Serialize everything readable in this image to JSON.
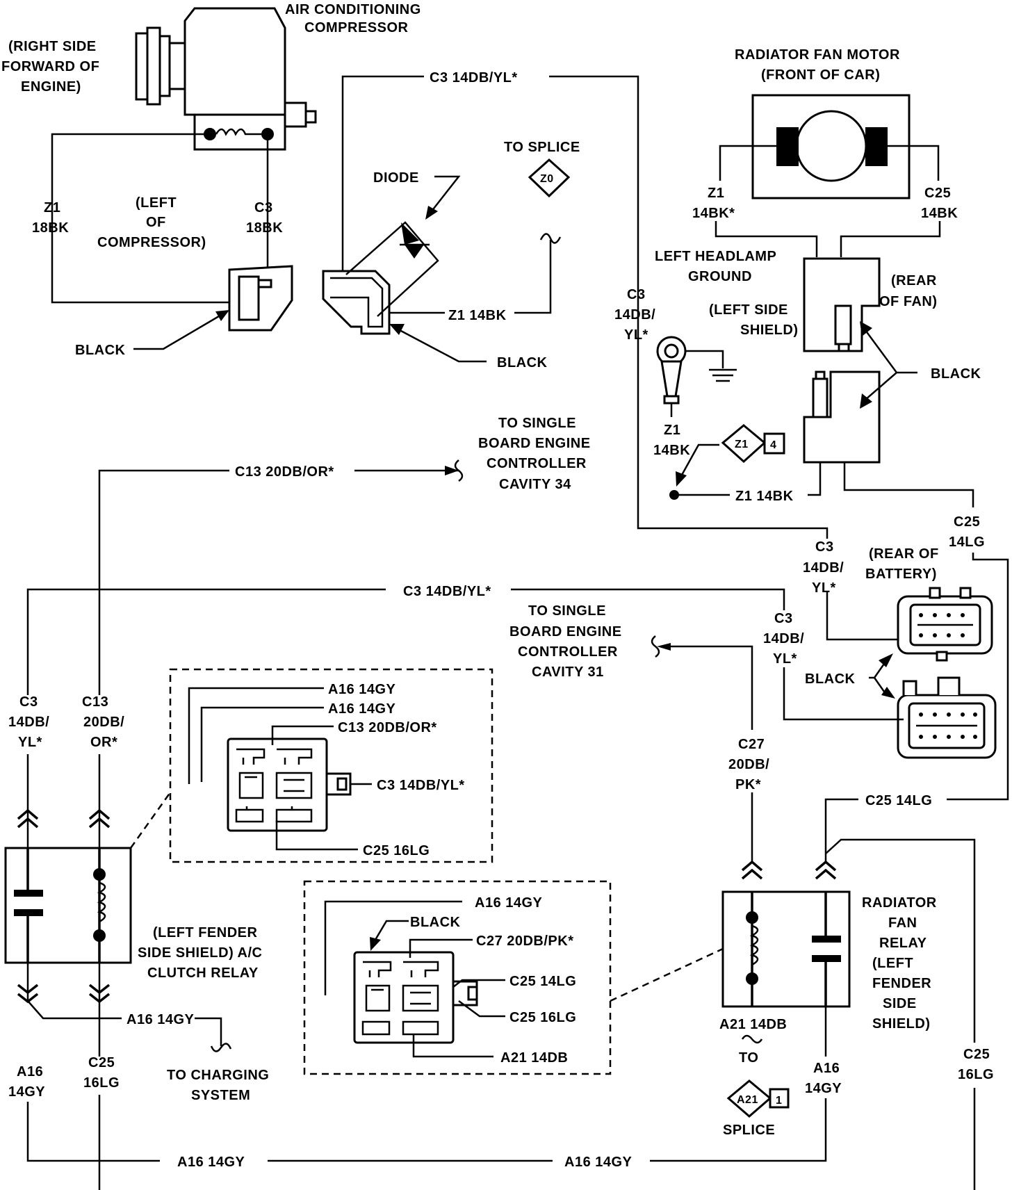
{
  "labels": {
    "ac_compressor": [
      "AIR CONDITIONING",
      "COMPRESSOR"
    ],
    "right_side_forward": [
      "(RIGHT SIDE",
      "FORWARD OF",
      "ENGINE)"
    ],
    "left_of_compressor": [
      "(LEFT",
      "OF",
      "COMPRESSOR)"
    ],
    "z1_18bk": [
      "Z1",
      "18BK"
    ],
    "c3_18bk": [
      "C3",
      "18BK"
    ],
    "black_1": "BLACK",
    "c3_14db_yl_top": "C3 14DB/YL*",
    "diode": "DIODE",
    "to_splice_z0": "TO SPLICE",
    "z0": "Z0",
    "z1_14bk_diode": "Z1 14BK",
    "black_2": "BLACK",
    "radiator_fan_motor": [
      "RADIATOR FAN MOTOR",
      "(FRONT OF CAR)"
    ],
    "fan_z1": [
      "Z1",
      "14BK*"
    ],
    "fan_c25": [
      "C25",
      "14BK"
    ],
    "left_headlamp_ground": [
      "LEFT HEADLAMP",
      "GROUND"
    ],
    "rear_of_fan": [
      "(REAR",
      "OF FAN)"
    ],
    "left_side_shield": [
      "(LEFT SIDE",
      "SHIELD)"
    ],
    "black_3": "BLACK",
    "c3_mid": [
      "C3",
      "14DB/",
      "YL*"
    ],
    "z1_14bk_ground": [
      "Z1",
      "14BK"
    ],
    "z1_splice": "Z1",
    "z1_splice_num": "4",
    "z1_14bk_lower": "Z1 14BK",
    "to_sbec_34": [
      "TO SINGLE",
      "BOARD ENGINE",
      "CONTROLLER",
      "CAVITY 34"
    ],
    "c13_20db_or_top": "C13 20DB/OR*",
    "c25_14lg_right": [
      "C25",
      "14LG"
    ],
    "c3_rear_batt": [
      "C3",
      "14DB/",
      "YL*"
    ],
    "rear_of_battery": [
      "(REAR OF",
      "BATTERY)"
    ],
    "c3_14db_yl_long": "C3 14DB/YL*",
    "to_sbec_31": [
      "TO SINGLE",
      "BOARD ENGINE",
      "CONTROLLER",
      "CAVITY 31"
    ],
    "c3_14db_yl_3": [
      "C3",
      "14DB/",
      "YL*"
    ],
    "black_4": "BLACK",
    "c3_left": [
      "C3",
      "14DB/",
      "YL*"
    ],
    "c13_left": [
      "C13",
      "20DB/",
      "OR*"
    ],
    "ac_relay_conn": [
      "A16 14GY",
      "A16 14GY",
      "C13 20DB/OR*",
      "C3 14DB/YL*",
      "C25 16LG"
    ],
    "c27_20db_pk": [
      "C27",
      "20DB/",
      "PK*"
    ],
    "c25_14lg_mid": "C25 14LG",
    "ac_clutch_relay": [
      "(LEFT FENDER",
      "SIDE SHIELD) A/C",
      "CLUTCH RELAY"
    ],
    "fan_relay_conn": [
      "A16 14GY",
      "BLACK",
      "C27 20DB/PK*",
      "C25 14LG",
      "C25 16LG",
      "A21 14DB"
    ],
    "radiator_fan_relay": [
      "RADIATOR",
      "FAN",
      "RELAY",
      "(LEFT",
      "FENDER",
      "SIDE",
      "SHIELD)"
    ],
    "a16_14gy_mid": "A16 14GY",
    "to_charging_system": [
      "TO CHARGING",
      "SYSTEM"
    ],
    "a16_left": [
      "A16",
      "14GY"
    ],
    "c25_16lg_left": [
      "C25",
      "16LG"
    ],
    "a21_14db": "A21 14DB",
    "to": "TO",
    "a21": "A21",
    "a21_num": "1",
    "splice": "SPLICE",
    "a16_right": [
      "A16",
      "14GY"
    ],
    "c25_16lg_right": [
      "C25",
      "16LG"
    ],
    "a16_14gy_bottom_1": "A16 14GY",
    "a16_14gy_bottom_2": "A16 14GY"
  }
}
